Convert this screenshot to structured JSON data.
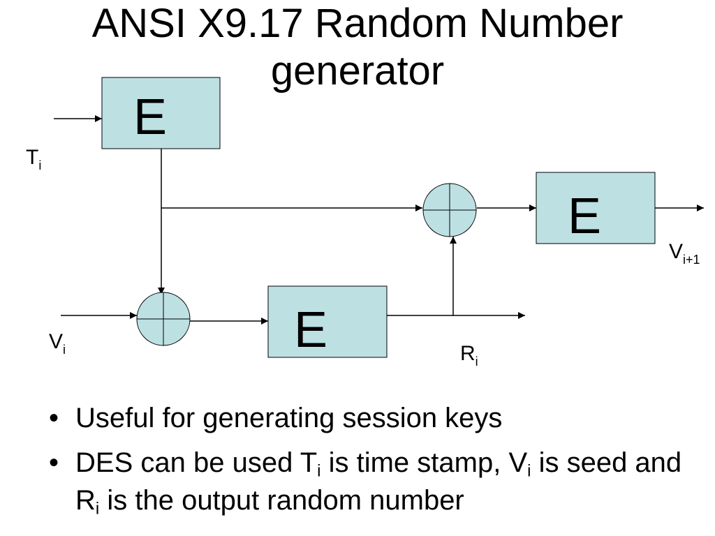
{
  "title": {
    "line1": "ANSI X9.17 Random Number",
    "line2": "generator"
  },
  "diagram": {
    "box_fill": "#BDE0E3",
    "encrypt_blocks": [
      "E",
      "E",
      "E"
    ],
    "labels": {
      "t_input": {
        "main": "T",
        "sub": "i"
      },
      "v_input": {
        "main": "V",
        "sub": "i"
      },
      "r_output": {
        "main": "R",
        "sub": "i"
      },
      "v_output": {
        "main": "V",
        "sub": "i+1"
      }
    }
  },
  "bullets": {
    "marker": "•",
    "item1": "Useful for generating session keys",
    "item2": {
      "a": "DES can be used ",
      "t": "T",
      "t_sub": "i",
      "b": " is time stamp, ",
      "v": "V",
      "v_sub": "i",
      "c": " is seed and ",
      "r": "R",
      "r_sub": "i",
      "d": " is the output random number"
    }
  }
}
